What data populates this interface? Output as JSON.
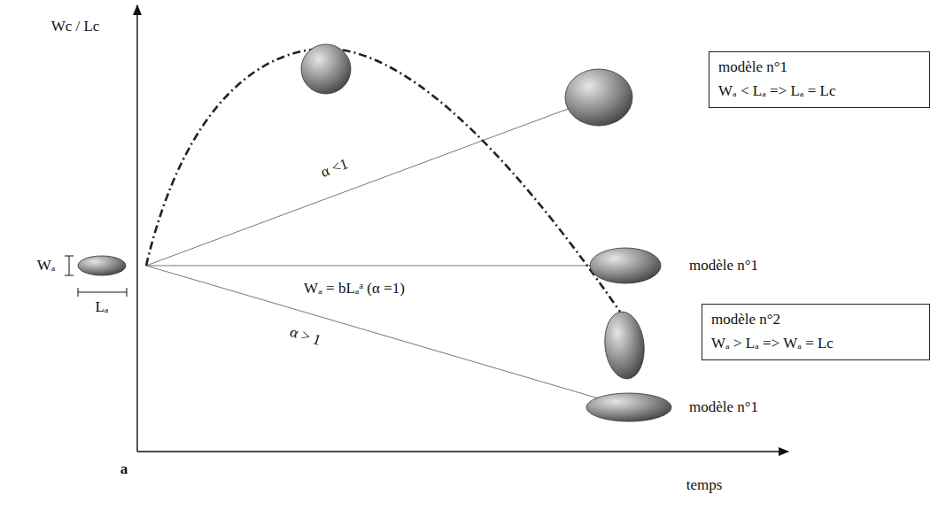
{
  "diagram": {
    "nodes": [
      {
        "text": [
          "modèle n°1",
          "Wₐ < Lₐ  => Lₐ = Lc"
        ]
      },
      {
        "text": [
          "modèle n°2",
          "Wₐ > Lₐ  => Wₐ = Lc"
        ]
      }
    ],
    "labels": [
      "Wc / Lc",
      "Wₐ",
      "Lₐ",
      "α <1",
      "Wₐ = bLₐᵃ (α =1)",
      "modèle n°1",
      "α > 1",
      "modèle n°1",
      "a",
      "temps"
    ]
  }
}
